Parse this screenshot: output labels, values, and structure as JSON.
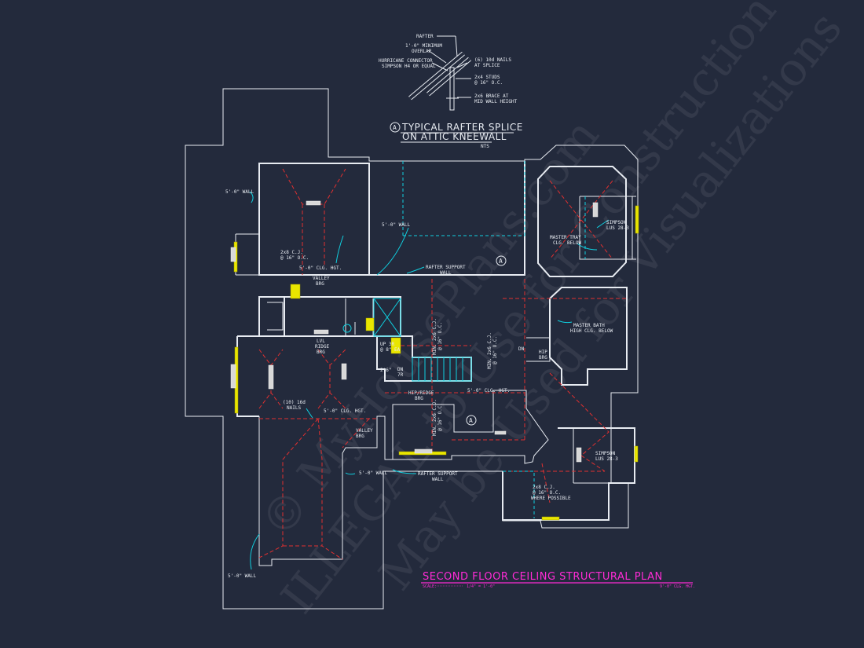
{
  "detail": {
    "callout_letter": "A",
    "title_line1": "TYPICAL RAFTER SPLICE",
    "title_line2": "ON ATTIC KNEEWALL",
    "scale": "NTS",
    "notes": {
      "rafter": "RAFTER",
      "overlap_1": "1'-0\" MINIMUM",
      "overlap_2": "OVERLAP",
      "connector_1": "HURRICANE CONNECTOR",
      "connector_2": "SIMPSON H4 OR EQUAL",
      "nails_1": "(6) 10d NAILS",
      "nails_2": "AT SPLICE",
      "studs_1": "2x4 STUDS",
      "studs_2": "@ 16\" O.C.",
      "brace_1": "2x6 BRACE AT",
      "brace_2": "MID WALL HEIGHT"
    }
  },
  "plan_labels": {
    "wall_5_0_a": "5'-0\" WALL",
    "wall_5_0_b": "5'-0\" WALL",
    "wall_5_0_c": "5'-0\" WALL",
    "wall_5_0_d": "5'-0\" WALL",
    "cj_1": "2x8 C.J.",
    "cj_1b": "@ 16\" O.C.",
    "clg_hgt_1": "5'-0\" CLG. HGT.",
    "clg_hgt_2": "5'-0\" CLG. HGT.",
    "clg_hgt_3": "5'-0\" CLG. HGT.",
    "clg_hgt_4": "5'-0\" CLG. HGT.",
    "valley_brg_1a": "VALLEY",
    "valley_brg_1b": "BRG",
    "valley_brg_2a": "VALLEY",
    "valley_brg_2b": "BRG",
    "rafter_support_1a": "RAFTER SUPPORT",
    "rafter_support_1b": "WALL",
    "rafter_support_2a": "RAFTER SUPPORT",
    "rafter_support_2b": "WALL",
    "master_tray_1": "MASTER TRAY",
    "master_tray_2": "CLG. BELOW",
    "simpson_1a": "SIMPSON",
    "simpson_1b": "LUS 28-3",
    "simpson_2a": "SIMPSON",
    "simpson_2b": "LUS 28-3",
    "master_bath_1": "MASTER BATH",
    "master_bath_2": "HIGH CLG. BELOW",
    "lvl_ridge_1": "LVL",
    "lvl_ridge_2": "RIDGE",
    "lvl_ridge_3": "BRG",
    "up_1": "UP 3R",
    "up_2": "@ 8\" EA",
    "dn_1": "DN",
    "dn_2": "7R",
    "dn_3": "DN",
    "hip_1": "HIP",
    "hip_2": "BRG",
    "hip_ridge_1": "HIP/RIDGE",
    "hip_ridge_2": "BRG",
    "min_cj_1": "MIN. 2x6 C.J.",
    "min_cj_1b": "@ 16\" O.C.",
    "min_cj_2": "MIN. 2x6 C.J.",
    "min_cj_2b": "@ 16\" O.C.",
    "min_cj_3": "MIN. 2x6 C.J.",
    "min_cj_3b": "@ 16\" O.C.",
    "nails_1": "(10) 16d",
    "nails_2": "NAILS",
    "cj_2a": "2x8 C.J.",
    "cj_2b": "@ 16\" O.C.",
    "cj_2c": "WHERE POSSIBLE",
    "section_a1": "A",
    "section_a2": "A",
    "size_2_6": "2'6\""
  },
  "plan_title": {
    "title": "SECOND FLOOR CEILING STRUCTURAL PLAN",
    "scale_label": "SCALE:",
    "scale_value": "1/4\" = 1'-0\"",
    "clg_hgt": "9'-0\" CLG. HGT."
  },
  "watermark": {
    "line1": "© MyHousePlans.com",
    "line2": "ILLEGAL to Use for Construction",
    "line3": "May be Used for Visualizations"
  },
  "colors": {
    "background": "#232a3c",
    "linework": "#e8ecf2",
    "dashed_red": "#e03030",
    "dashed_cyan": "#10d0e0",
    "title_magenta": "#ff2bd6",
    "beam_yellow": "#e9e600"
  }
}
